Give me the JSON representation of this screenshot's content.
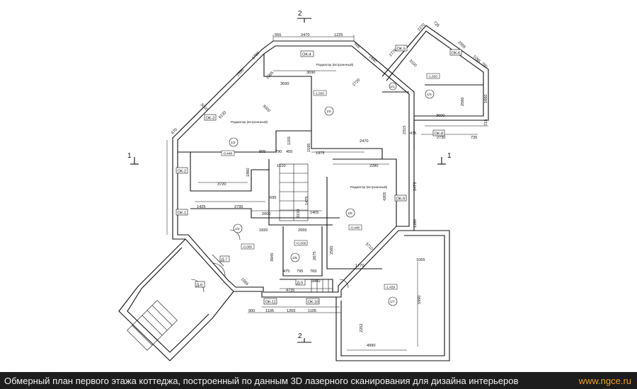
{
  "caption": "Обмерный план первого этажа коттеджа, построенный по данным 3D лазерного сканирования для дизайна интерьеров",
  "site": "www.ngce.ru",
  "sections": [
    "1",
    "1",
    "2",
    "2"
  ],
  "tags": [
    "ОК-4",
    "ОК-5",
    "ОК-6",
    "ОК-3",
    "ОК-2",
    "ОК-1",
    "ОК-8",
    "ОК-9",
    "ОК-11",
    "ОК-10",
    "Д-7",
    "Д-6",
    "Д-5"
  ],
  "levels": [
    "-1,920",
    "-1,920",
    "-0,448",
    "-0,448",
    "+0,000",
    "-0,000",
    "-1,429"
  ],
  "rooms": [
    "1/0",
    "1/2",
    "1/3",
    "1/5",
    "1/6",
    "1/7",
    "1/4",
    "1/1"
  ],
  "notes": [
    "Радиатор (встроенный)",
    "Радиатор (встроенный)",
    "Радиатор (встроенный)"
  ],
  "dims": [
    "555",
    "2470",
    "1225",
    "3690",
    "1700",
    "1550",
    "2005",
    "3690",
    "3000",
    "3000",
    "6130",
    "670",
    "2720",
    "1440",
    "505",
    "2775",
    "2270",
    "3100",
    "725",
    "2555",
    "1095",
    "760",
    "3600",
    "2560",
    "1660",
    "715",
    "2315",
    "2470",
    "1975",
    "475",
    "2730",
    "735",
    "805",
    "790",
    "455",
    "1860",
    "1510",
    "3720",
    "1425",
    "2795",
    "695",
    "2000",
    "1405",
    "1595",
    "1475",
    "1155",
    "2280",
    "4205",
    "2475",
    "1160",
    "1820",
    "2065",
    "2560",
    "3710",
    "1770",
    "475",
    "795",
    "765",
    "4735",
    "3860",
    "1555",
    "900",
    "1105",
    "1265",
    "1105",
    "3945",
    "2675",
    "1065",
    "5990",
    "4990",
    "2252",
    "3150"
  ]
}
